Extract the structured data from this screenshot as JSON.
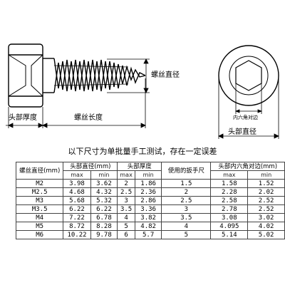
{
  "drawing": {
    "labels": {
      "thread_diameter": "螺丝直径",
      "head_thickness": "头部厚度",
      "thread_length": "螺丝长度",
      "hex_across_flats": "内六角对边",
      "head_diameter": "头部直径"
    }
  },
  "note": "以下尺寸为单批量手工测试，存在一定误差",
  "table": {
    "headers": {
      "size": "螺丝直径(mm)",
      "head_diameter": "头部直径(mm)",
      "head_thickness": "头部厚度",
      "wrench": "使用的扳手尺",
      "hex": "头部内六角对边(mm)"
    },
    "subheaders": {
      "max": "max",
      "min": "min"
    },
    "rows": [
      {
        "size": "M2",
        "hd_max": "3.98",
        "hd_min": "3.62",
        "ht_max": "2",
        "ht_min": "1.86",
        "wrench": "1.5",
        "hex_max": "1.58",
        "hex_min": "1.52"
      },
      {
        "size": "M2.5",
        "hd_max": "4.68",
        "hd_min": "4.32",
        "ht_max": "2.5",
        "ht_min": "2.36",
        "wrench": "2",
        "hex_max": "2.28",
        "hex_min": "2.02"
      },
      {
        "size": "M3",
        "hd_max": "5.68",
        "hd_min": "5.32",
        "ht_max": "3",
        "ht_min": "2.86",
        "wrench": "2.5",
        "hex_max": "2.58",
        "hex_min": "2.52"
      },
      {
        "size": "M3.5",
        "hd_max": "6.22",
        "hd_min": "6.22",
        "ht_max": "3.5",
        "ht_min": "3.36",
        "wrench": "3",
        "hex_max": "2.78",
        "hex_min": "2.52"
      },
      {
        "size": "M4",
        "hd_max": "7.22",
        "hd_min": "6.78",
        "ht_max": "4",
        "ht_min": "3.82",
        "wrench": "3.5",
        "hex_max": "3.08",
        "hex_min": "3.02"
      },
      {
        "size": "M5",
        "hd_max": "8.72",
        "hd_min": "8.28",
        "ht_max": "5",
        "ht_min": "4.82",
        "wrench": "4",
        "hex_max": "4.095",
        "hex_min": "4.02"
      },
      {
        "size": "M6",
        "hd_max": "10.22",
        "hd_min": "9.78",
        "ht_max": "6",
        "ht_min": "5.7",
        "wrench": "5",
        "hex_max": "5.14",
        "hex_min": "5.02"
      }
    ]
  }
}
